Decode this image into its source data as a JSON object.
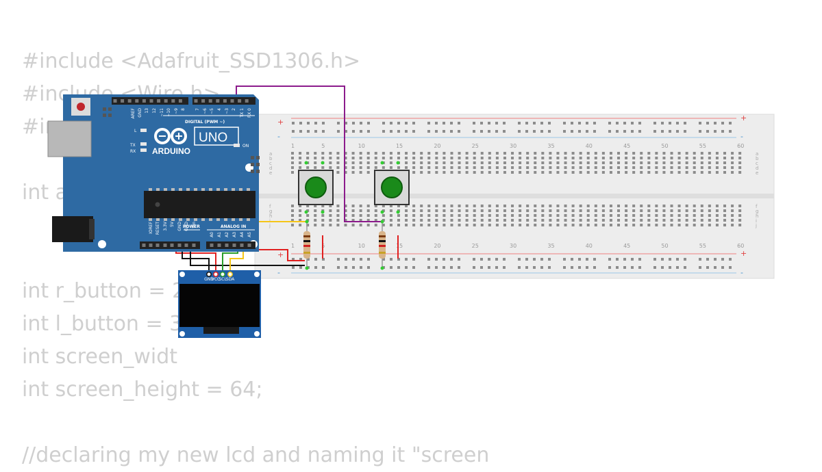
{
  "code_lines": [
    "#include <Adafruit_SSD1306.h>",
    "#include <Wire.h>",
    "#in",
    "",
    "int a",
    "",
    "",
    "int r_button = 2",
    "int l_button = 3",
    "int screen_widt",
    "int screen_height = 64;",
    "",
    "//declaring my new lcd and naming it \"screen"
  ],
  "arduino": {
    "brand": "ARDUINO",
    "model": "UNO",
    "on_label": "ON",
    "digital_label": "DIGITAL (PWM ~)",
    "power_label": "POWER",
    "analog_label": "ANALOG IN",
    "led_l": "L",
    "led_tx": "TX",
    "led_rx": "RX",
    "digital_pins": [
      "AREF",
      "GND",
      "13",
      "12",
      "~11",
      "~10",
      "~9",
      "8",
      "7",
      "~6",
      "~5",
      "4",
      "~3",
      "2",
      "TX 1",
      "RX 0"
    ],
    "power_pins": [
      "IOREF",
      "RESET",
      "3.3V",
      "5V",
      "GND",
      "GND",
      "Vin"
    ],
    "analog_pins": [
      "A0",
      "A1",
      "A2",
      "A3",
      "A4",
      "A5"
    ]
  },
  "oled": {
    "pins": [
      "GND",
      "VCC",
      "SCL",
      "SDA"
    ]
  },
  "breadboard": {
    "column_numbers": [
      "1",
      "5",
      "10",
      "15",
      "20",
      "25",
      "30",
      "35",
      "40",
      "45",
      "50",
      "55",
      "60"
    ],
    "row_letters_top": [
      "a",
      "b",
      "c",
      "d",
      "e"
    ],
    "row_letters_bottom": [
      "f",
      "g",
      "h",
      "i",
      "j"
    ],
    "rail_plus": "+",
    "rail_minus": "-"
  },
  "colors": {
    "board": "#2e6aa3",
    "wire_yellow": "#f5c518",
    "wire_purple": "#8b1a8b",
    "wire_red": "#e02020",
    "wire_black": "#111111",
    "wire_green": "#2a9d2a",
    "button_cap": "#1a8a1a",
    "code_text": "#cfcfcf"
  }
}
